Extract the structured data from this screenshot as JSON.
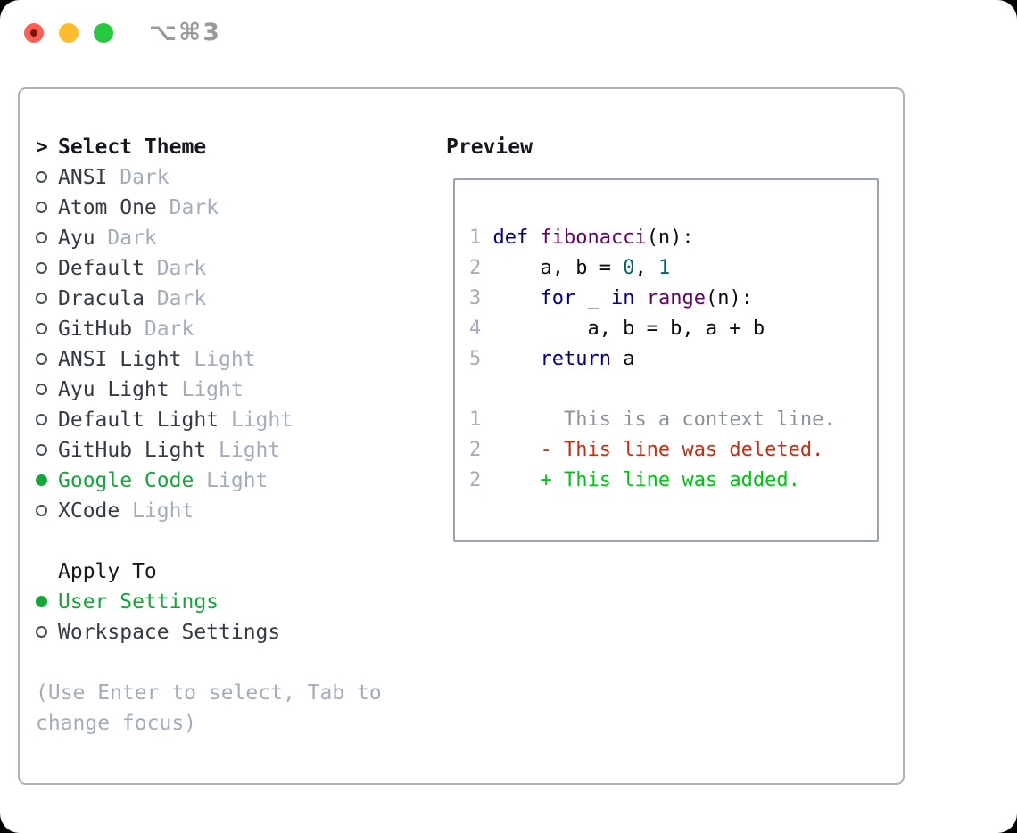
{
  "window": {
    "shortcut": "⌥⌘3"
  },
  "colors": {
    "select-green": "#16a53b",
    "muted": "#a3adba",
    "kw": "#000088",
    "fn": "#660066",
    "nm": "#006666",
    "plain": "#0b0b0b",
    "context": "#8b9199",
    "del": "#c52e16",
    "add": "#00c414",
    "traffic-red": "#ff5f57",
    "traffic-yellow": "#febc2e",
    "traffic-green": "#28c840"
  },
  "theme_picker": {
    "title_marker": ">",
    "title": "Select Theme",
    "themes": [
      {
        "name": "ANSI",
        "variant": "Dark",
        "selected": false
      },
      {
        "name": "Atom One",
        "variant": "Dark",
        "selected": false
      },
      {
        "name": "Ayu",
        "variant": "Dark",
        "selected": false
      },
      {
        "name": "Default",
        "variant": "Dark",
        "selected": false
      },
      {
        "name": "Dracula",
        "variant": "Dark",
        "selected": false
      },
      {
        "name": "GitHub",
        "variant": "Dark",
        "selected": false
      },
      {
        "name": "ANSI Light",
        "variant": "Light",
        "selected": false
      },
      {
        "name": "Ayu Light",
        "variant": "Light",
        "selected": false
      },
      {
        "name": "Default Light",
        "variant": "Light",
        "selected": false
      },
      {
        "name": "GitHub Light",
        "variant": "Light",
        "selected": false
      },
      {
        "name": "Google Code",
        "variant": "Light",
        "selected": true
      },
      {
        "name": "XCode",
        "variant": "Light",
        "selected": false
      }
    ],
    "apply_to": {
      "title": "Apply To",
      "options": [
        {
          "name": "User Settings",
          "selected": true
        },
        {
          "name": "Workspace Settings",
          "selected": false
        }
      ]
    },
    "help_text": "(Use Enter to select, Tab to change focus)"
  },
  "preview": {
    "title": "Preview",
    "code_lines": [
      {
        "num": "1",
        "tokens": [
          {
            "t": "def ",
            "c": "kw"
          },
          {
            "t": "fibonacci",
            "c": "fn"
          },
          {
            "t": "(n):",
            "c": "pl"
          }
        ]
      },
      {
        "num": "2",
        "tokens": [
          {
            "t": "    a, b = ",
            "c": "pl"
          },
          {
            "t": "0",
            "c": "nm"
          },
          {
            "t": ", ",
            "c": "pl"
          },
          {
            "t": "1",
            "c": "nm"
          }
        ]
      },
      {
        "num": "3",
        "tokens": [
          {
            "t": "    ",
            "c": "pl"
          },
          {
            "t": "for",
            "c": "kw"
          },
          {
            "t": " _ ",
            "c": "pl"
          },
          {
            "t": "in",
            "c": "kw"
          },
          {
            "t": " ",
            "c": "pl"
          },
          {
            "t": "range",
            "c": "fn"
          },
          {
            "t": "(n):",
            "c": "pl"
          }
        ]
      },
      {
        "num": "4",
        "tokens": [
          {
            "t": "        a, b = b, a + b",
            "c": "pl"
          }
        ]
      },
      {
        "num": "5",
        "tokens": [
          {
            "t": "    ",
            "c": "pl"
          },
          {
            "t": "return",
            "c": "kw"
          },
          {
            "t": " a",
            "c": "pl"
          }
        ]
      }
    ],
    "diff_lines": [
      {
        "num": "1",
        "marker": " ",
        "text": "This is a context line.",
        "type": "context"
      },
      {
        "num": "2",
        "marker": "-",
        "text": "This line was deleted.",
        "type": "deleted"
      },
      {
        "num": "2",
        "marker": "+",
        "text": "This line was added.",
        "type": "added"
      }
    ]
  }
}
